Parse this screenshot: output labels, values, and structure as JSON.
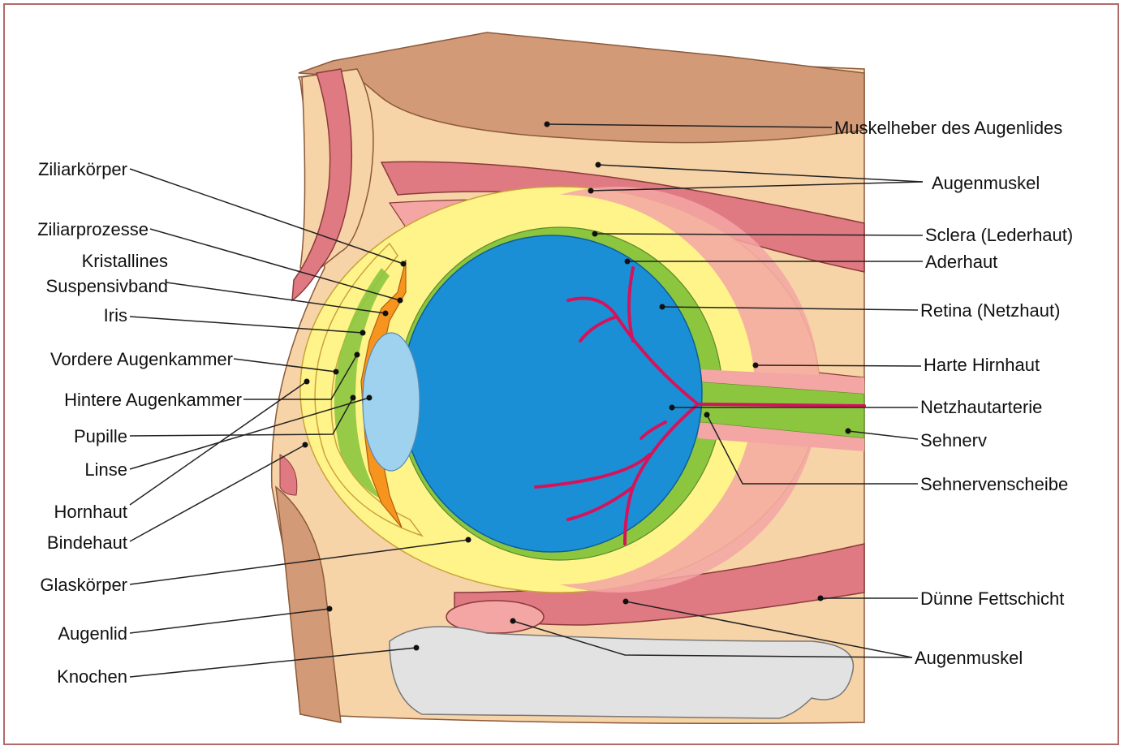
{
  "colors": {
    "border": "#b06a6a",
    "skin_dark": "#d39a78",
    "fat": "#f7d3a8",
    "muscle": "#e07a82",
    "sclera": "#f3a6a4",
    "choroid": "#8cc63f",
    "vitreous": "#1b8fd6",
    "lens": "#9fd2ef",
    "cornea": "#fff48a",
    "ciliary": "#f7941d",
    "artery": "#d4145a",
    "bone": "#e2e2e2"
  },
  "labels_left": {
    "ziliarkoerper": "Ziliarkörper",
    "ziliarprozesse": "Ziliarprozesse",
    "kristallines": "Kristallines",
    "suspensivband": "Suspensivband",
    "iris": "Iris",
    "vordere_augenkammer": "Vordere Augenkammer",
    "hintere_augenkammer": "Hintere Augenkammer",
    "pupille": "Pupille",
    "linse": "Linse",
    "hornhaut": "Hornhaut",
    "bindehaut": "Bindehaut",
    "glaskoerper": "Glaskörper",
    "augenlid": "Augenlid",
    "knochen": "Knochen"
  },
  "labels_right": {
    "muskelheber": "Muskelheber des Augenlides",
    "augenmuskel_top": "Augenmuskel",
    "sclera": "Sclera (Lederhaut)",
    "aderhaut": "Aderhaut",
    "retina": "Retina (Netzhaut)",
    "harte_hirnhaut": "Harte Hirnhaut",
    "netzhautarterie": "Netzhautarterie",
    "sehnerv": "Sehnerv",
    "sehnervenscheibe": "Sehnervenscheibe",
    "duenne_fettschicht": "Dünne Fettschicht",
    "augenmuskel_bottom": "Augenmuskel"
  }
}
